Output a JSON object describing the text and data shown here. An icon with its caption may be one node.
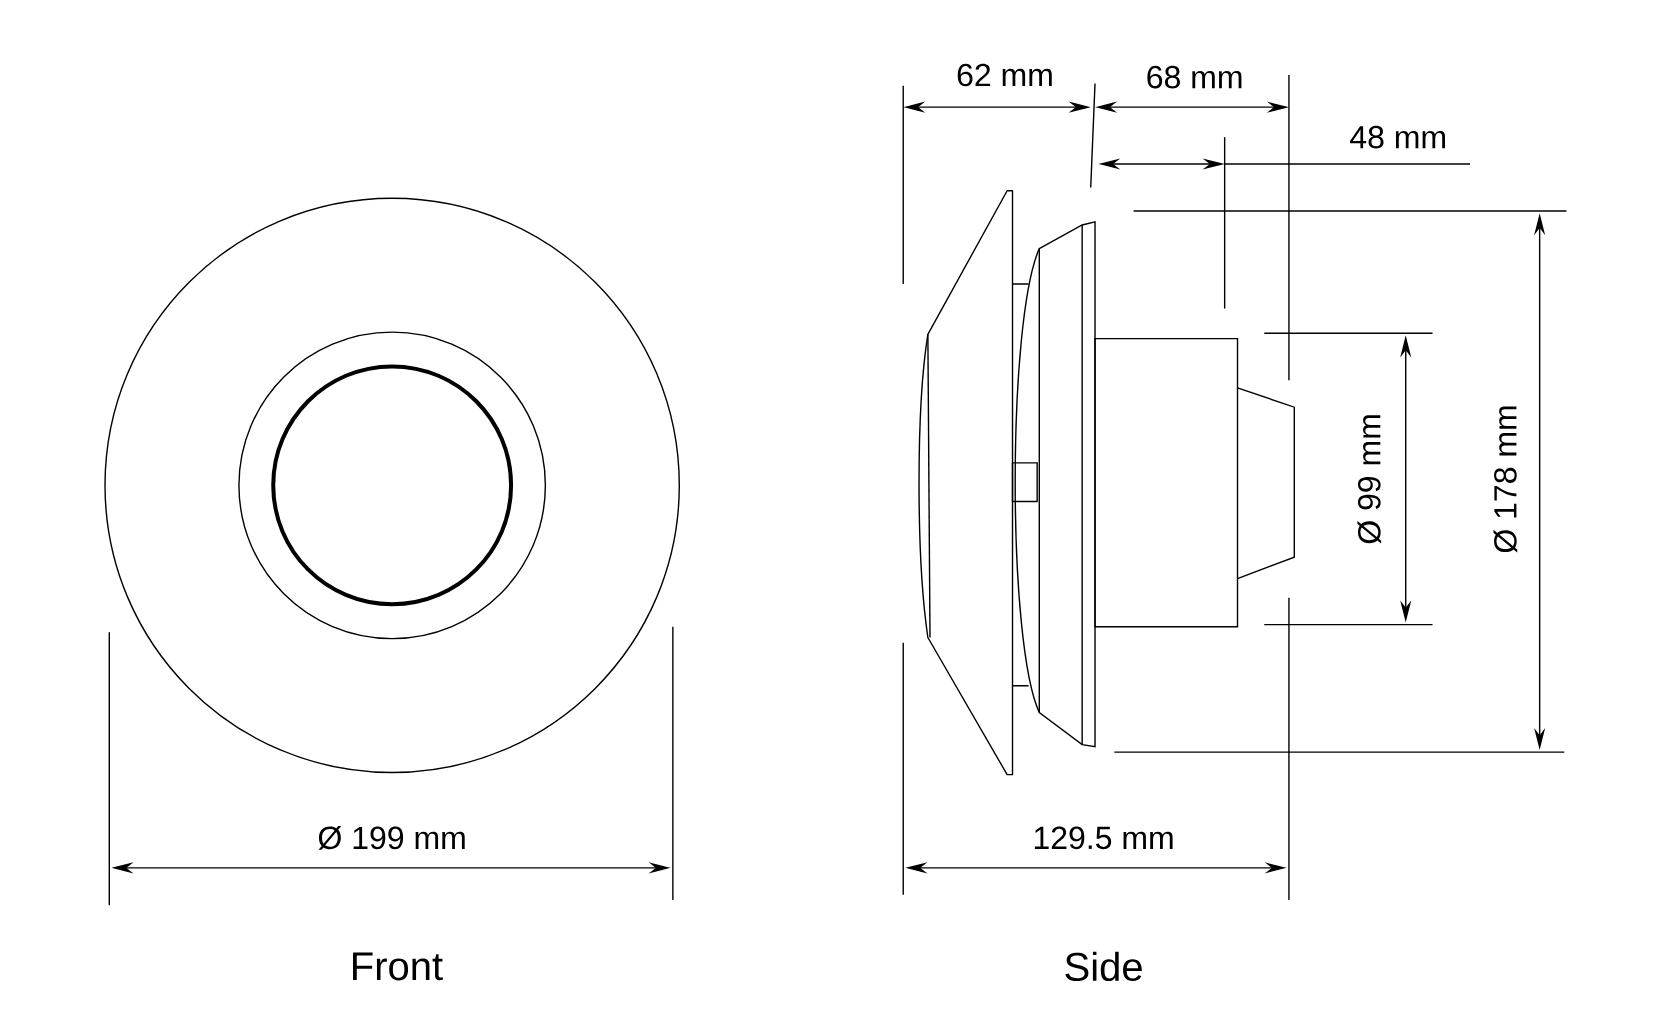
{
  "diagram": {
    "labels": [
      "62 mm",
      "68 mm",
      "48 mm",
      "Ø 99 mm",
      "Ø 178 mm",
      "Ø 199 mm",
      "129.5 mm",
      "Front",
      "Side"
    ]
  }
}
